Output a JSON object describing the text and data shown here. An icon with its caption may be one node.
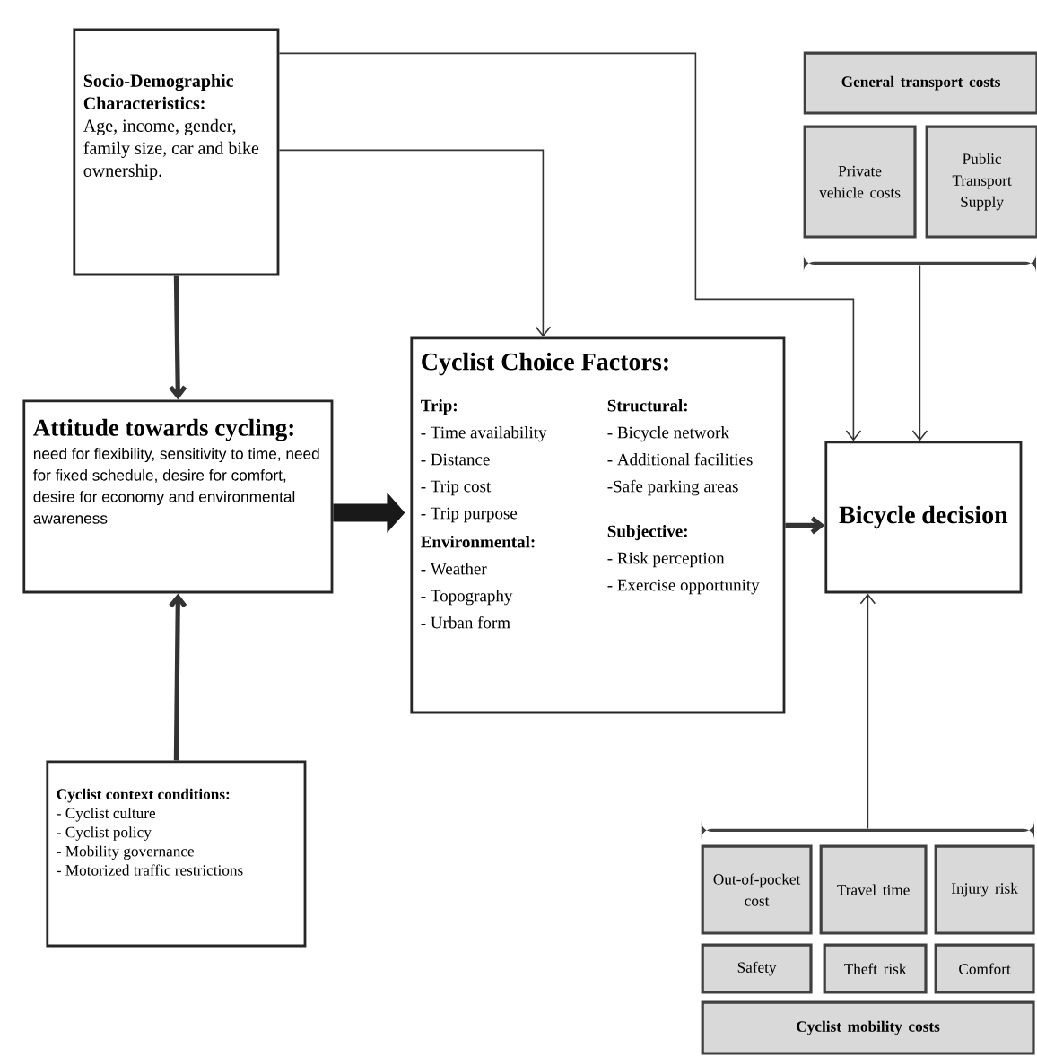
{
  "diagram": {
    "nodes": [
      {
        "text": [
          "Socio-Demographic Characteristics:",
          "Age, income, gender, family size, car and  bike ownership."
        ]
      },
      {
        "text": [
          "Attitude towards cycling:",
          "need for flexibility, sensitivity to time, need for fixed schedule, desire for comfort, desire for economy and environmental awareness"
        ]
      },
      {
        "text": [
          "Cyclist context conditions:",
          "- Cyclist culture",
          "- Cyclist policy",
          "- Mobility governance",
          "- Motorized traffic restrictions"
        ]
      },
      {
        "text": [
          "Cyclist Choice Factors:",
          "Trip:",
          "- Time availability",
          "- Distance",
          "- Trip cost",
          "- Trip purpose",
          "Environmental:",
          "- Weather",
          "- Topography",
          "- Urban form",
          "Structural:",
          "- Bicycle network",
          "- Additional facilities",
          "-Safe parking areas",
          "Subjective:",
          "- Risk perception",
          "- Exercise opportunity"
        ]
      },
      {
        "text": [
          "Bicycle decision"
        ]
      },
      {
        "text": [],
        "shape": "bar"
      },
      {
        "text": [
          "General transport costs"
        ]
      },
      {
        "text": [
          "Private vehicle costs"
        ]
      },
      {
        "text": [
          "Public Transport Supply"
        ]
      },
      {
        "text": [],
        "shape": "bar"
      },
      {
        "text": [
          "Out-of-pocket cost"
        ]
      },
      {
        "text": [
          "Travel time"
        ]
      },
      {
        "text": [
          "Injury risk"
        ]
      },
      {
        "text": [
          "Safety"
        ]
      },
      {
        "text": [
          "Theft risk"
        ]
      },
      {
        "text": [
          "Comfort"
        ]
      },
      {
        "text": [
          "Cyclist mobility costs"
        ]
      }
    ],
    "edges": [
      {
        "from": 0,
        "to": 1,
        "arrow": "to",
        "style": "thick"
      },
      {
        "from": 0,
        "to": 3,
        "arrow": "to"
      },
      {
        "from": 0,
        "to": 4,
        "arrow": "to"
      },
      {
        "from": 2,
        "to": 1,
        "arrow": "to",
        "style": "thick"
      },
      {
        "from": 1,
        "to": 3,
        "arrow": "to",
        "style": "thick"
      },
      {
        "from": 3,
        "to": 4,
        "arrow": "to",
        "style": "thick"
      },
      {
        "from": 5,
        "to": 4,
        "arrow": "to"
      },
      {
        "from": 9,
        "to": 4,
        "arrow": "to"
      }
    ]
  }
}
